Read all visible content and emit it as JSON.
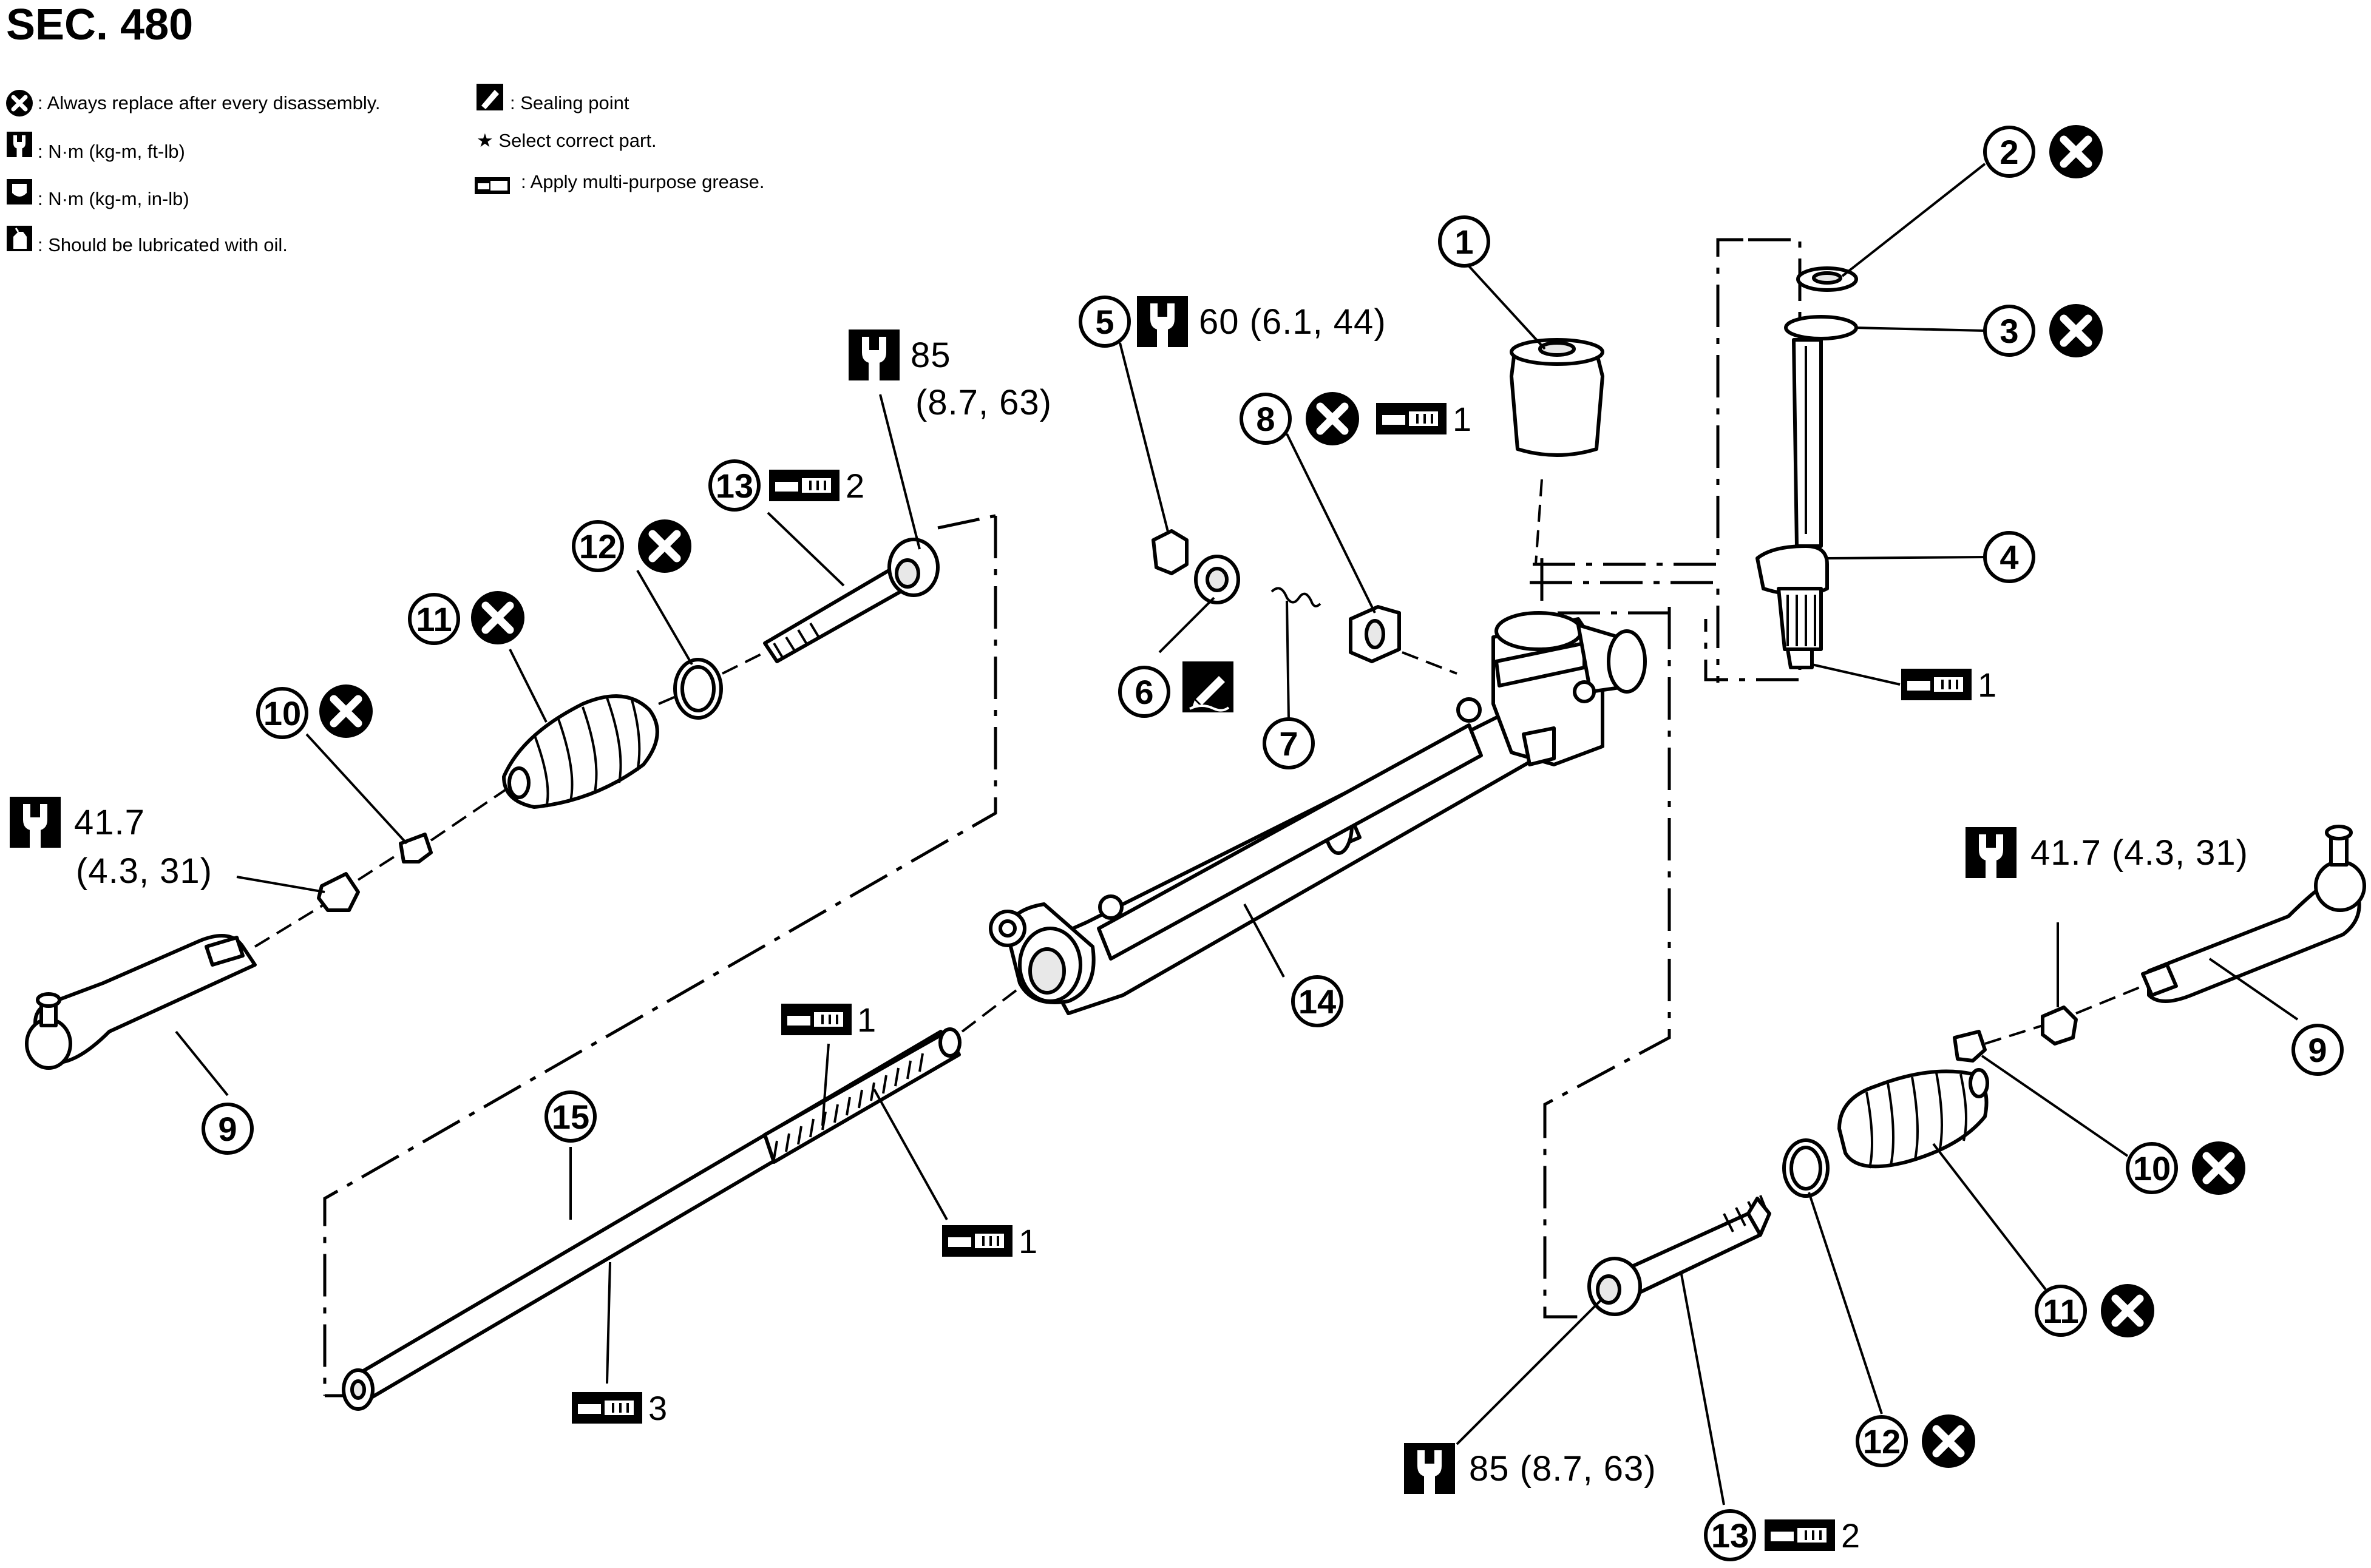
{
  "title": "SEC. 480",
  "legend": {
    "replace": ": Always replace after every disassembly.",
    "torque_ft": ": N·m (kg-m, ft-lb)",
    "torque_in": ": N·m (kg-m, in-lb)",
    "oil": ": Should be lubricated with oil.",
    "sealing": ": Sealing point",
    "select": "★ Select correct part.",
    "grease": ": Apply multi-purpose grease."
  },
  "torques": {
    "nut5": "60 (6.1, 44)",
    "inner_l_a": "85",
    "inner_l_b": "(8.7, 63)",
    "outer_l_a": "41.7",
    "outer_l_b": "(4.3, 31)",
    "outer_r": "41.7 (4.3, 31)",
    "inner_r": "85 (8.7, 63)"
  },
  "grease_nums": {
    "g8": "1",
    "g13l": "2",
    "g4": "1",
    "g_rack_top": "1",
    "g_rack_mid": "1",
    "g_rack_end": "3",
    "g13r": "2"
  },
  "callouts": {
    "c1": "1",
    "c2": "2",
    "c3": "3",
    "c4": "4",
    "c5": "5",
    "c6": "6",
    "c7": "7",
    "c8": "8",
    "c9l": "9",
    "c10l": "10",
    "c11l": "11",
    "c12l": "12",
    "c13l": "13",
    "c14": "14",
    "c15": "15",
    "c9r": "9",
    "c10r": "10",
    "c11r": "11",
    "c12r": "12",
    "c13r": "13"
  }
}
